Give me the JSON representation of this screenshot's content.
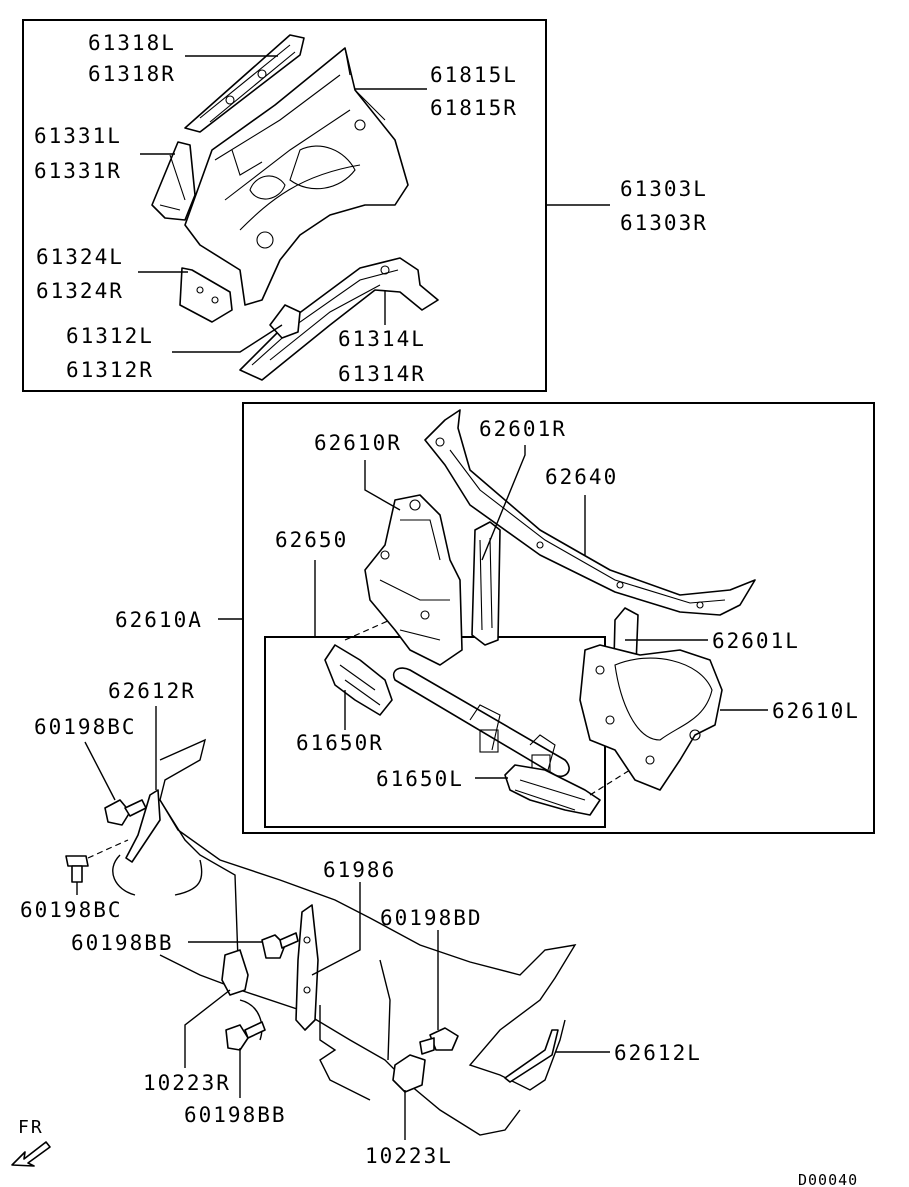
{
  "labels": {
    "p61318L": "61318L",
    "p61318R": "61318R",
    "p61815L": "61815L",
    "p61815R": "61815R",
    "p61331L": "61331L",
    "p61331R": "61331R",
    "p61303L": "61303L",
    "p61303R": "61303R",
    "p61324L": "61324L",
    "p61324R": "61324R",
    "p61312L": "61312L",
    "p61312R": "61312R",
    "p61314L": "61314L",
    "p61314R": "61314R",
    "p62610R": "62610R",
    "p62601R": "62601R",
    "p62640": "62640",
    "p62650": "62650",
    "p62610A": "62610A",
    "p62601L": "62601L",
    "p62610L": "62610L",
    "p61650R": "61650R",
    "p61650L": "61650L",
    "p62612R": "62612R",
    "p60198BC_a": "60198BC",
    "p60198BC_b": "60198BC",
    "p61986": "61986",
    "p60198BD": "60198BD",
    "p60198BB_a": "60198BB",
    "p60198BB_b": "60198BB",
    "p10223R": "10223R",
    "p10223L": "10223L",
    "p62612L": "62612L",
    "front_indicator": "FR",
    "diagram_code": "D00040"
  }
}
